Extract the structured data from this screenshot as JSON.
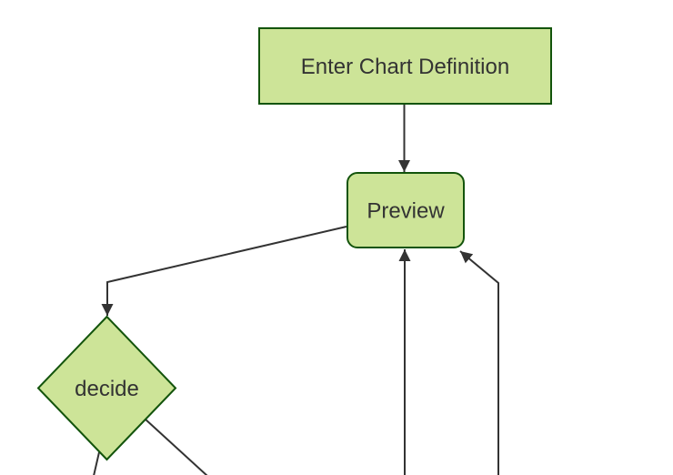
{
  "diagram": {
    "type": "flowchart",
    "background_color": "#ffffff",
    "colors": {
      "node_fill": "#cde498",
      "node_border": "#13540c",
      "edge_line": "#333333",
      "arrowhead": "#333333",
      "label_text": "#333333"
    },
    "nodes": {
      "enter": {
        "label": "Enter Chart Definition",
        "shape": "rectangle"
      },
      "preview": {
        "label": "Preview",
        "shape": "rounded-rectangle"
      },
      "decide": {
        "label": "decide",
        "shape": "diamond"
      }
    },
    "edges": [
      {
        "from": "enter",
        "to": "preview",
        "arrowhead": true
      },
      {
        "from": "preview",
        "to": "decide",
        "arrowhead": true
      },
      {
        "from": "offscreen-below",
        "to": "preview",
        "arrowhead": true
      },
      {
        "from": "offscreen-below-right",
        "to": "preview",
        "arrowhead": true
      },
      {
        "from": "decide",
        "to": "offscreen-below-left",
        "arrowhead": false
      },
      {
        "from": "decide",
        "to": "offscreen-below-right",
        "arrowhead": false
      }
    ]
  }
}
